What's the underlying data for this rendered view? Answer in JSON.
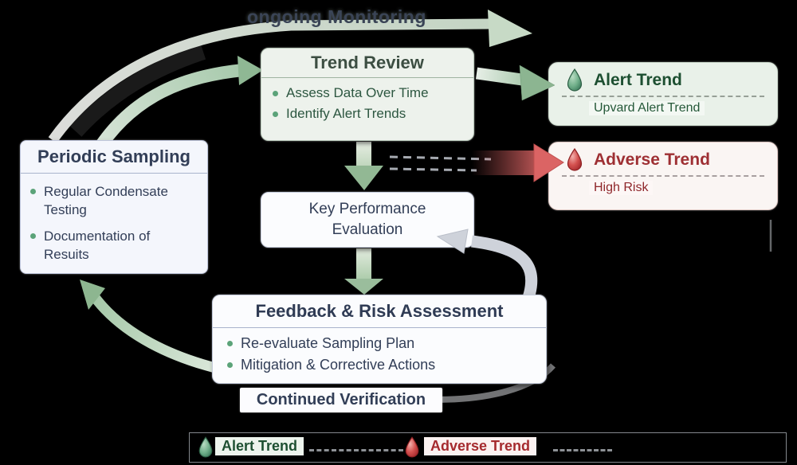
{
  "banner": {
    "ongoing_monitoring": "ongoing Monitoring",
    "continued_verification": "Continued Verification"
  },
  "boxes": {
    "trend_review": {
      "title": "Trend Review",
      "bullets": [
        "Assess Data Over Time",
        "Identify Alert Trends"
      ]
    },
    "periodic_sampling": {
      "title": "Periodic Sampling",
      "bullets": [
        "Regular Condensate Testing",
        "Documentation of Resuits"
      ]
    },
    "key_performance": {
      "title": "Key Performance Evaluation"
    },
    "feedback": {
      "title": "Feedback & Risk Assessment",
      "bullets": [
        "Re-evaluate Sampling Plan",
        "Mitigation & Corrective Actions"
      ]
    },
    "alert_trend": {
      "title": "Alert Trend",
      "subtitle": "Upvard Alert Trend"
    },
    "adverse_trend": {
      "title": "Adverse Trend",
      "subtitle": "High Risk"
    }
  },
  "legend": {
    "alert_label": "Alert Trend",
    "adverse_label": "Adverse Trend"
  },
  "icons": {
    "alert": "droplet-icon-green",
    "adverse": "droplet-icon-red"
  },
  "colors": {
    "background": "#000000",
    "alert_green_text": "#1d4f31",
    "adverse_red_text": "#a52a2e",
    "slate_text": "#323e57",
    "arrow_green": "#b9d4ba",
    "arrow_gray": "#ced2da",
    "arrow_red": "#db6464",
    "bullet_green": "#5ba379"
  }
}
